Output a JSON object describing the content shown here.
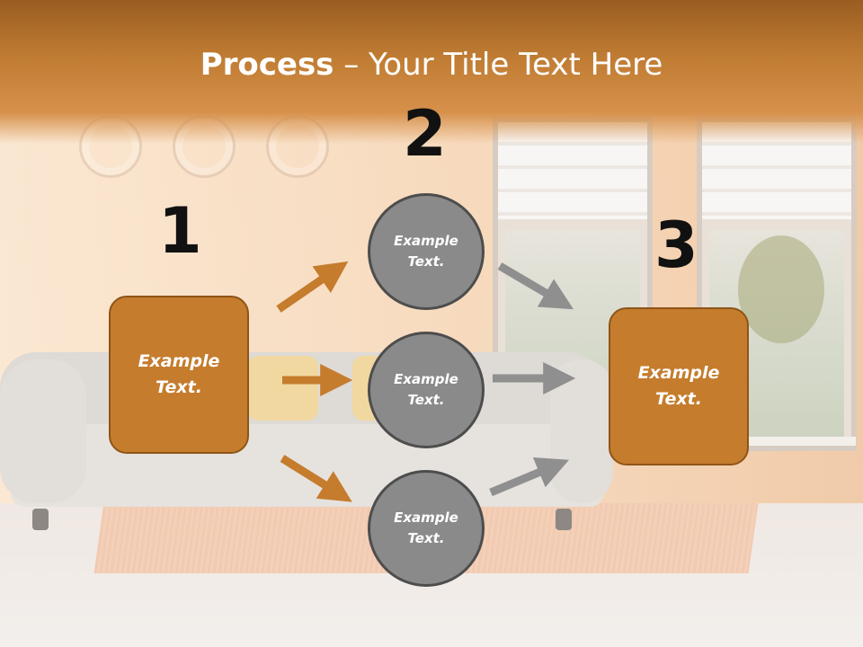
{
  "title": {
    "bold": "Process",
    "rest": " – Your Title Text Here"
  },
  "steps": {
    "one": "1",
    "two": "2",
    "three": "3"
  },
  "box_left": {
    "line1": "Example",
    "line2": "Text."
  },
  "box_right": {
    "line1": "Example",
    "line2": "Text."
  },
  "circles": [
    {
      "line1": "Example",
      "line2": "Text."
    },
    {
      "line1": "Example",
      "line2": "Text."
    },
    {
      "line1": "Example",
      "line2": "Text."
    }
  ],
  "colors": {
    "accent_orange": "#c57c2d",
    "circle_gray": "#8a8a8a",
    "arrow_gray": "#8f8f8f",
    "title_band": "#c07c33"
  }
}
